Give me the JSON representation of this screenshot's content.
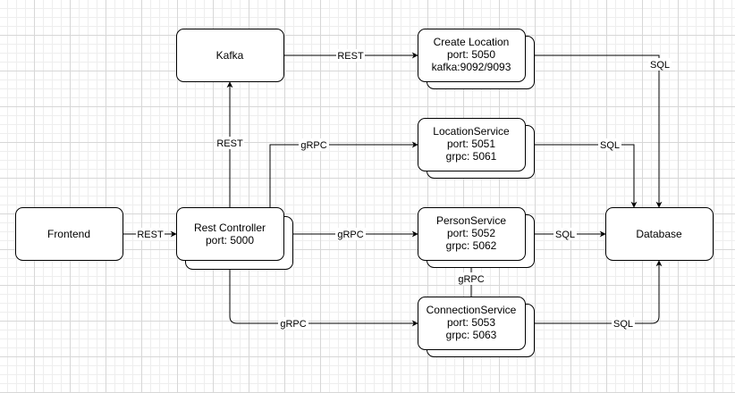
{
  "diagram": {
    "nodes": {
      "frontend": {
        "lines": [
          "Frontend"
        ]
      },
      "rest_controller": {
        "lines": [
          "Rest Controller",
          "port: 5000"
        ]
      },
      "kafka": {
        "lines": [
          "Kafka"
        ]
      },
      "create_location": {
        "lines": [
          "Create Location",
          "port: 5050",
          "kafka:9092/9093"
        ]
      },
      "location_service": {
        "lines": [
          "LocationService",
          "port: 5051",
          "grpc: 5061"
        ]
      },
      "person_service": {
        "lines": [
          "PersonService",
          "port: 5052",
          "grpc: 5062"
        ]
      },
      "connection_service": {
        "lines": [
          "ConnectionService",
          "port: 5053",
          "grpc: 5063"
        ]
      },
      "database": {
        "lines": [
          "Database"
        ]
      }
    },
    "edges": {
      "frontend_to_rest": "REST",
      "rest_to_kafka": "REST",
      "kafka_to_create": "REST",
      "rest_to_location": "gRPC",
      "rest_to_person": "gRPC",
      "rest_to_connection": "gRPC",
      "connection_to_person": "gRPC",
      "create_to_db": "SQL",
      "location_to_db": "SQL",
      "person_to_db": "SQL",
      "connection_to_db": "SQL"
    }
  }
}
